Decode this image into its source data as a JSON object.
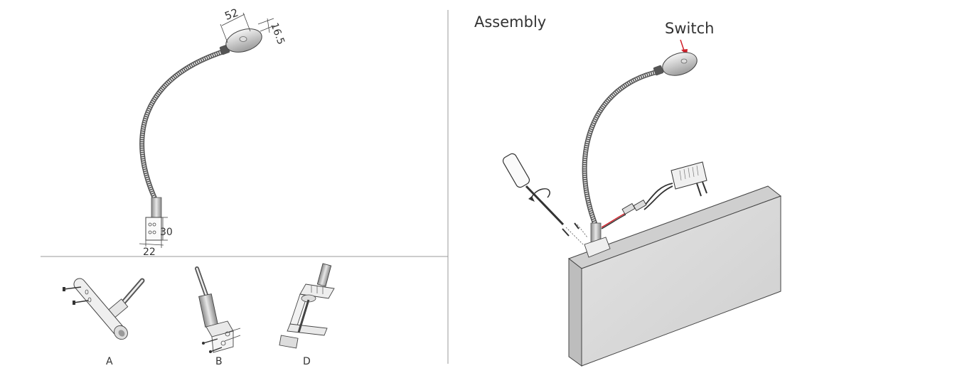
{
  "dimensions": {
    "head_width": "52",
    "head_height": "16.5",
    "base_height": "30",
    "base_width": "22"
  },
  "mounting_options": [
    {
      "id": "A"
    },
    {
      "id": "B"
    },
    {
      "id": "D"
    }
  ],
  "assembly": {
    "title": "Assembly",
    "switch_label": "Switch"
  },
  "colors": {
    "line": "#4a4a4a",
    "divider": "#9a9a9a",
    "board_face": "#d9d9d9",
    "board_top": "#cfcfcf",
    "board_side": "#bdbdbd",
    "accent_red": "#d0202a"
  }
}
